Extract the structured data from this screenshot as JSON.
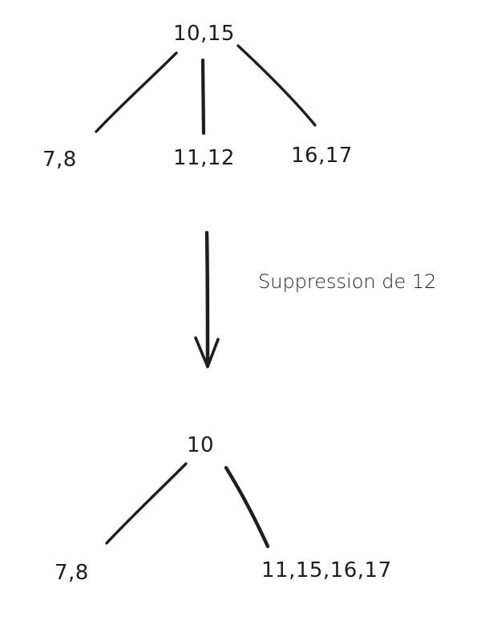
{
  "colors": {
    "ink": "#1e1e1e",
    "background": "#ffffff"
  },
  "before_tree": {
    "root": "10,15",
    "children": [
      "7,8",
      "11,12",
      "16,17"
    ]
  },
  "operation": {
    "label": "Suppression de 12"
  },
  "after_tree": {
    "root": "10",
    "children": [
      "7,8",
      "11,15,16,17"
    ]
  }
}
